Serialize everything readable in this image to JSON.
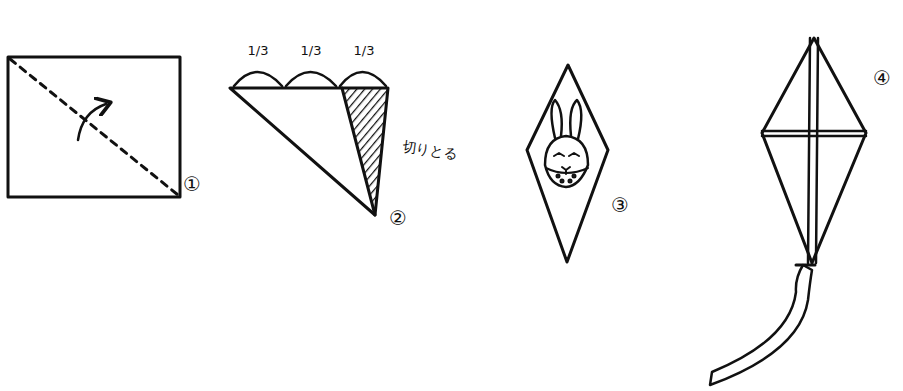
{
  "diagram": {
    "labels": [
      "1/3",
      "1/3",
      "1/3",
      "切りとる",
      "①",
      "②",
      "③",
      "④"
    ]
  }
}
